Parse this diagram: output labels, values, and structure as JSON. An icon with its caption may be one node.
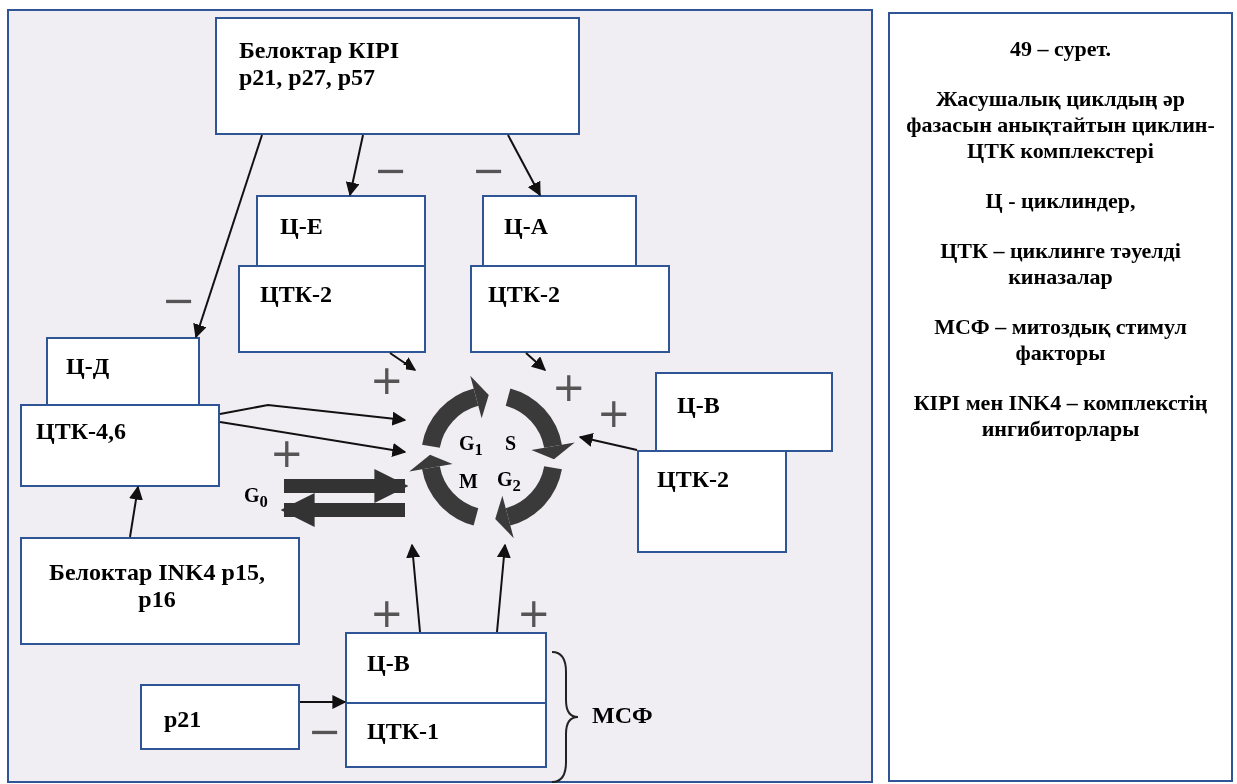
{
  "diagram": {
    "nodes": [
      {
        "text": [
          "Белоктар КІРІ p21, p27, p57"
        ]
      },
      {
        "text": [
          "Ц-Е"
        ]
      },
      {
        "text": [
          "ЦТК-2"
        ]
      },
      {
        "text": [
          "Ц-А"
        ]
      },
      {
        "text": [
          "ЦТК-2"
        ]
      },
      {
        "text": [
          "Ц-Д"
        ]
      },
      {
        "text": [
          "ЦТК-4,6"
        ]
      },
      {
        "text": [
          "Ц-В"
        ]
      },
      {
        "text": [
          "ЦТК-2"
        ]
      },
      {
        "text": [
          "Белоктар INK4 p15, p16"
        ]
      },
      {
        "text": [
          "Ц-В"
        ]
      },
      {
        "text": [
          "ЦТК-1"
        ]
      },
      {
        "text": [
          "p21"
        ]
      },
      {
        "text": [
          "G$_{1}$",
          "S",
          "M",
          "G$_{2}$"
        ]
      },
      {
        "text": [
          "G$_{0}$"
        ]
      },
      {
        "text": [
          "49 – сурет.",
          "Жасушалық циклдың әр фазасын анықтайтын циклин-ЦТК комплекстері",
          "Ц - циклиндер,",
          "ЦТК – циклинге тәуелді киназалар",
          "МСФ – митоздық стимул факторы",
          "КІРІ мен INK4 – комплекстің ингибиторлары"
        ]
      }
    ],
    "edges": [
      {
        "from": 0,
        "to": 1,
        "arrow": "to",
        "label": "−"
      },
      {
        "from": 0,
        "to": 3,
        "arrow": "to",
        "label": "−"
      },
      {
        "from": 0,
        "to": 5,
        "arrow": "to",
        "label": "−"
      },
      {
        "from": 2,
        "to": 13,
        "arrow": "to",
        "label": "+"
      },
      {
        "from": 4,
        "to": 13,
        "arrow": "to",
        "label": "+"
      },
      {
        "from": 8,
        "to": 13,
        "arrow": "to",
        "label": "+"
      },
      {
        "from": 6,
        "to": 13,
        "arrow": "to"
      },
      {
        "from": 6,
        "to": 13,
        "arrow": "to",
        "label": "+"
      },
      {
        "from": 9,
        "to": 6,
        "arrow": "to"
      },
      {
        "from": 10,
        "to": 13,
        "arrow": "to",
        "label": "+"
      },
      {
        "from": 10,
        "to": 13,
        "arrow": "to",
        "label": "+"
      },
      {
        "from": 12,
        "to": 10,
        "arrow": "to",
        "label": "−"
      },
      {
        "from": 14,
        "to": 13,
        "arrow": "to",
        "style": "thick",
        "color": "#333333"
      },
      {
        "from": 13,
        "to": 14,
        "arrow": "to",
        "style": "thick",
        "color": "#333333"
      }
    ],
    "labels": [
      "МСФ"
    ]
  }
}
